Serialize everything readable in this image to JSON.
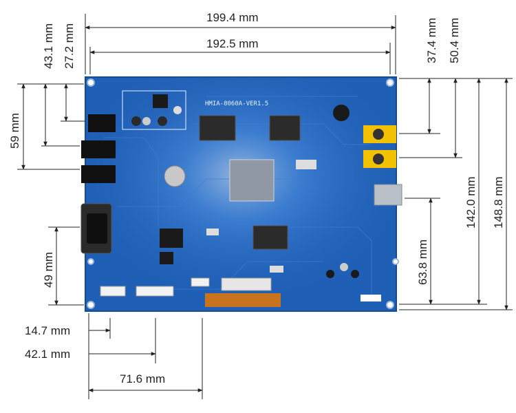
{
  "board": {
    "label": "HMIA-8060A-VER1.5",
    "color": "#1f5fb5",
    "edge_color": "#154a94"
  },
  "dimensions": {
    "overall_width": "199.4 mm",
    "hole_span_width": "192.5 mm",
    "top_left_offset_a": "43.1 mm",
    "top_left_offset_b": "27.2 mm",
    "left_height": "59 mm",
    "bottom_left_height": "49 mm",
    "right_offset_a": "37.4 mm",
    "right_offset_b": "50.4 mm",
    "hole_span_height": "142.0 mm",
    "overall_height": "148.8 mm",
    "right_lower": "63.8 mm",
    "bottom_a": "14.7 mm",
    "bottom_b": "42.1 mm",
    "bottom_c": "71.6 mm"
  },
  "colors": {
    "line": "#222222",
    "connector_yellow": "#f2c200",
    "chip": "#2b2b2b",
    "ribbon": "#c8731e"
  }
}
